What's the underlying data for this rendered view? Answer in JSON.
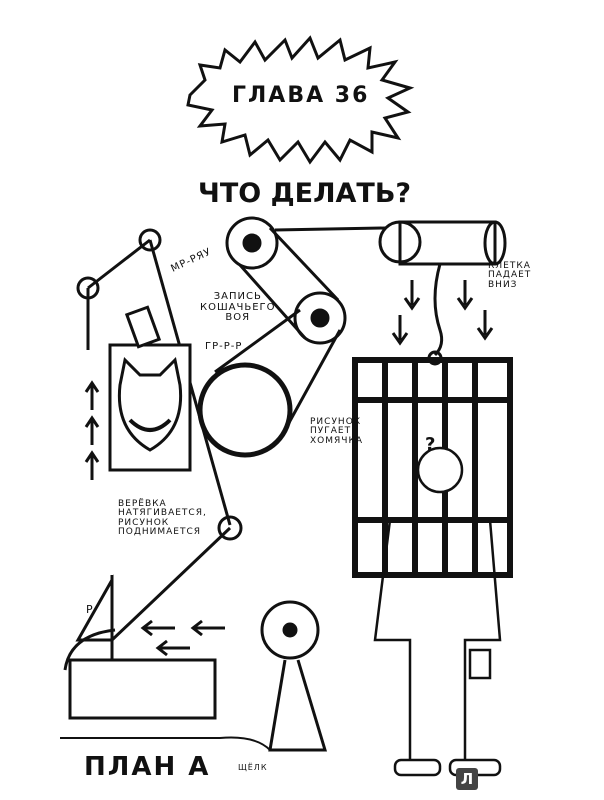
{
  "chapter": "ГЛАВА 36",
  "title": "ЧТО ДЕЛАТЬ?",
  "labels": {
    "meow": "МР-РЯУ",
    "recording": "ЗАПИСЬ\nКОШАЧЬЕГО\nВОЯ",
    "growl": "ГР-Р-Р",
    "hamster": "РИСУНОК\nПУГАЕТ\nХОМЯЧКА",
    "cage": "КЛЕТКА\nПАДАЕТ\nВНИЗ",
    "rope": "ВЕРЁВКА\nНАТЯГИВАЕТСЯ,\nРИСУНОК\nПОДНИМАЕТСЯ",
    "question": "?",
    "sail": "Р",
    "click": "ЩЁЛК"
  },
  "plan": "ПЛАН А",
  "badge": "Л"
}
